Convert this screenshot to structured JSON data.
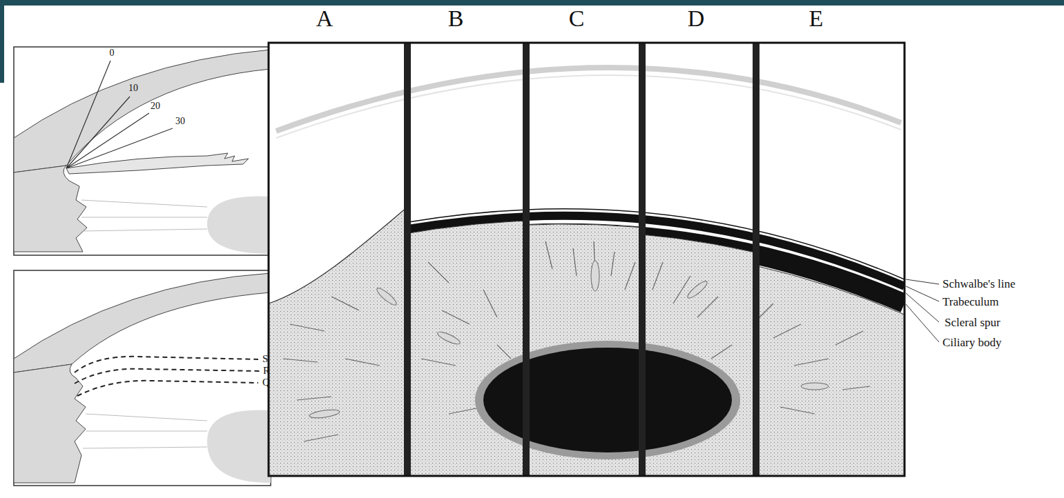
{
  "diagram": {
    "labels": [
      "A",
      "B",
      "C",
      "D",
      "E",
      "0",
      "10",
      "20",
      "30",
      "S",
      "R",
      "Q",
      "Schwalbe's line",
      "Trabeculum",
      "Scleral spur",
      "Ciliary body"
    ]
  }
}
